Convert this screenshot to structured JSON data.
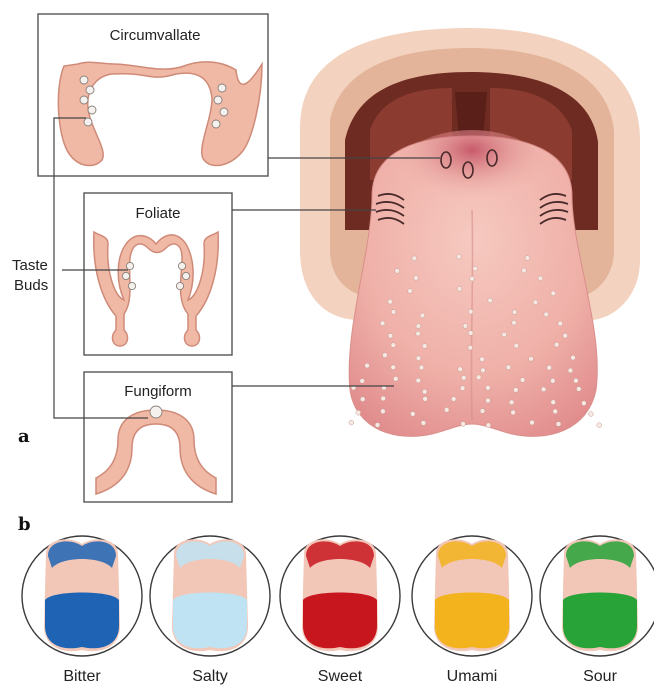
{
  "panel_a": {
    "letter": "a",
    "insets": [
      {
        "title": "Circumvallate"
      },
      {
        "title": "Foliate"
      },
      {
        "title": "Fungiform"
      }
    ],
    "taste_buds_label": [
      "Taste",
      "Buds"
    ]
  },
  "panel_b": {
    "letter": "b",
    "tastes": [
      {
        "label": "Bitter",
        "color": "#1f64b4"
      },
      {
        "label": "Salty",
        "color": "#bfe3f3"
      },
      {
        "label": "Sweet",
        "color": "#c8161e"
      },
      {
        "label": "Umami",
        "color": "#f2b31c"
      },
      {
        "label": "Sour",
        "color": "#27a338"
      }
    ]
  },
  "colors": {
    "mouth_outer": "#f3d3bf",
    "mouth_mid": "#e3b49a",
    "throat_dark": "#6e2b22",
    "palate": "#8c3b30",
    "tongue": "#f0b3ab",
    "tongue_tip": "#e0858a"
  }
}
